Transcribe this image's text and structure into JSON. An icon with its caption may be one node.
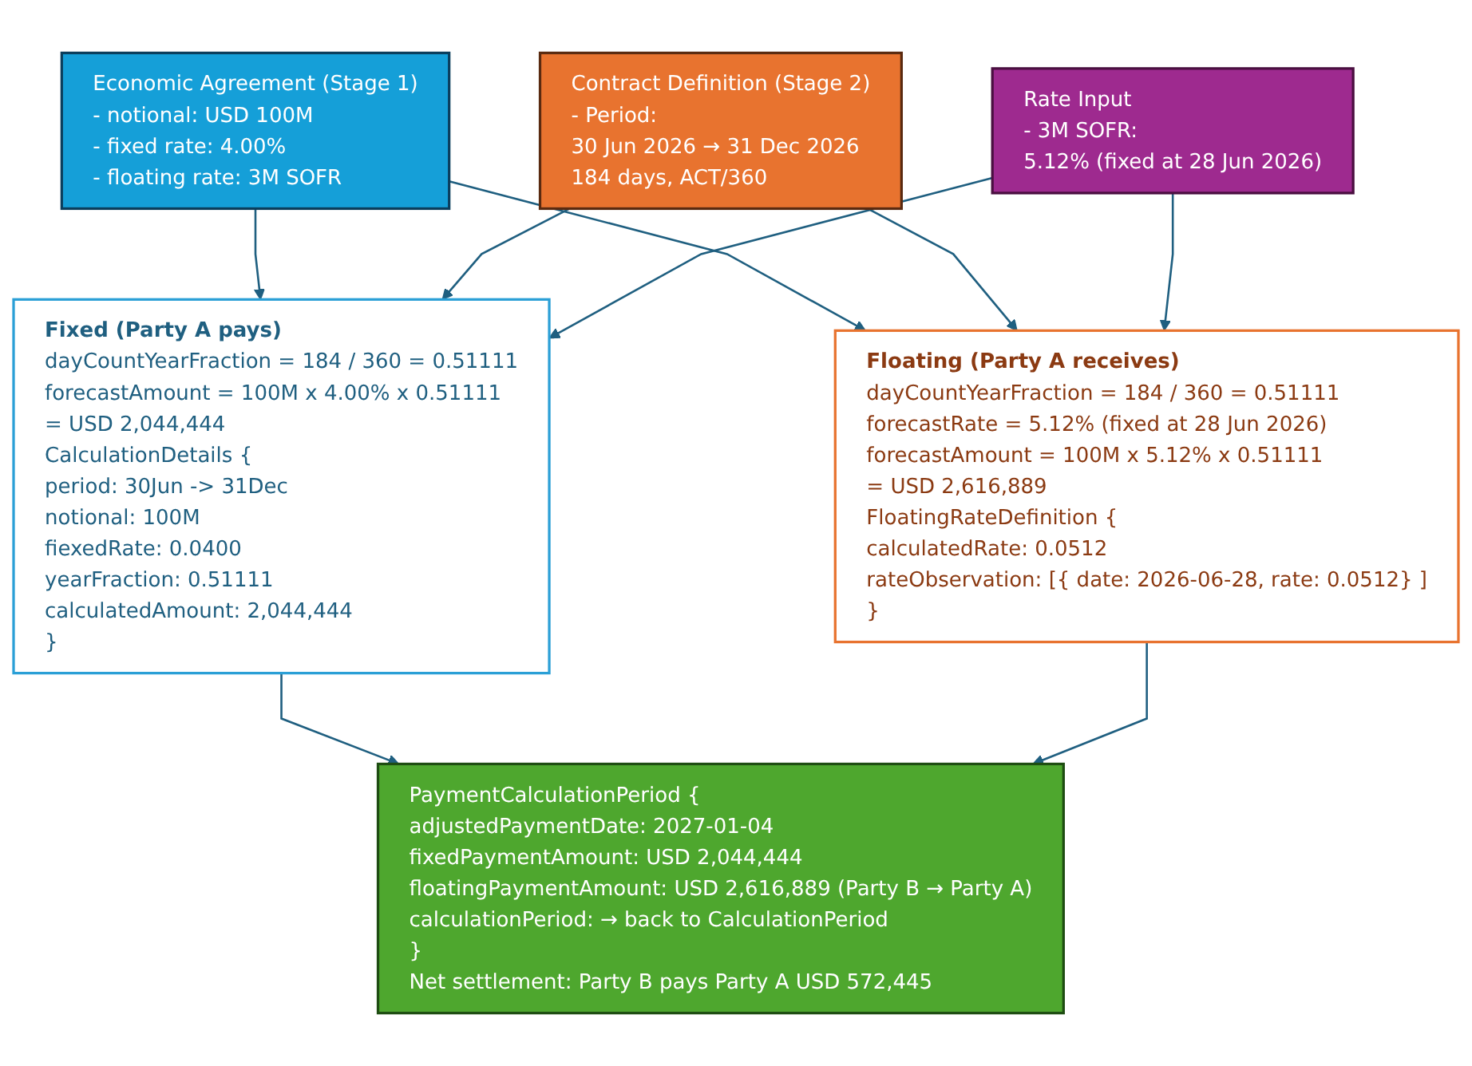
{
  "diagram": {
    "nodes": [
      {
        "text": [
          "Economic Agreement (Stage 1)",
          "- notional: USD 100M",
          "- fixed rate: 4.00%",
          "- floating rate: 3M SOFR"
        ]
      },
      {
        "text": [
          "Contract Definition (Stage 2)",
          "- Period:",
          "30 Jun 2026 → 31 Dec 2026",
          "184 days, ACT/360"
        ]
      },
      {
        "text": [
          "Rate Input",
          "- 3M SOFR:",
          "5.12% (fixed at 28 Jun 2026)"
        ]
      },
      {
        "text": [
          "Fixed (Party A pays)",
          "dayCountYearFraction = 184 / 360 = 0.51111",
          "forecastAmount = 100M x 4.00% x 0.51111",
          "= USD 2,044,444",
          "CalculationDetails {",
          "period: 30Jun -> 31Dec",
          "notional: 100M",
          "fiexedRate: 0.0400",
          "yearFraction: 0.51111",
          "calculatedAmount: 2,044,444",
          "}"
        ]
      },
      {
        "text": [
          "Floating (Party A receives)",
          "dayCountYearFraction = 184 / 360 = 0.51111",
          "forecastRate = 5.12% (fixed at 28 Jun 2026)",
          "forecastAmount = 100M x 5.12% x 0.51111",
          "= USD 2,616,889",
          "FloatingRateDefinition {",
          "calculatedRate: 0.0512",
          "rateObservation: [{ date: 2026-06-28, rate: 0.0512} ]",
          "}"
        ]
      },
      {
        "text": [
          "PaymentCalculationPeriod {",
          "adjustedPaymentDate: 2027-01-04",
          "fixedPaymentAmount: USD 2,044,444",
          "floatingPaymentAmount: USD 2,616,889 (Party B → Party A)",
          "calculationPeriod: → back to CalculationPeriod",
          "}",
          "Net settlement: Party B pays Party A USD 572,445"
        ]
      }
    ],
    "edges": [
      {
        "from": 0,
        "to": 3,
        "arrow": "to"
      },
      {
        "from": 1,
        "to": 3,
        "arrow": "to"
      },
      {
        "from": 2,
        "to": 3,
        "arrow": "to"
      },
      {
        "from": 0,
        "to": 4,
        "arrow": "to"
      },
      {
        "from": 1,
        "to": 4,
        "arrow": "to"
      },
      {
        "from": 2,
        "to": 4,
        "arrow": "to"
      },
      {
        "from": 3,
        "to": 5,
        "arrow": "to"
      },
      {
        "from": 4,
        "to": 5,
        "arrow": "to"
      }
    ]
  }
}
